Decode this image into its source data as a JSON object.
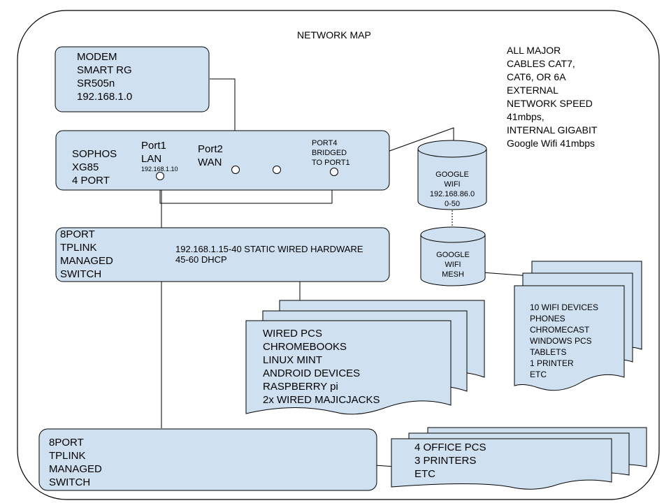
{
  "title": "NETWORK MAP",
  "notes": {
    "lines": [
      "ALL MAJOR",
      "CABLES CAT7,",
      "CAT6, OR 6A",
      "EXTERNAL",
      "NETWORK SPEED",
      "41mbps,",
      "INTERNAL GIGABIT",
      "Google Wifi 41mbps"
    ]
  },
  "modem": {
    "lines": [
      "MODEM",
      "SMART RG",
      "SR505n",
      "192.168.1.0"
    ]
  },
  "firewall": {
    "lines": [
      "SOPHOS",
      "XG85",
      "4 PORT"
    ],
    "port1": {
      "lines": [
        "Port1",
        "LAN"
      ],
      "ip": "192.168.1.10"
    },
    "port2": {
      "lines": [
        "Port2",
        "WAN"
      ]
    },
    "port4": {
      "lines": [
        "PORT4",
        "BRIDGED",
        "TO PORT1"
      ]
    }
  },
  "google_wifi": {
    "lines": [
      "GOOGLE",
      "WIFI",
      "192.168.86.0",
      "0-50"
    ]
  },
  "google_wifi_mesh": {
    "lines": [
      "GOOGLE",
      "WIFI",
      "MESH"
    ]
  },
  "switch1": {
    "lines": [
      "8PORT",
      "TPLINK",
      "MANAGED",
      "SWITCH"
    ],
    "info": [
      "192.168.1.15-40 STATIC WIRED HARDWARE",
      "45-60 DHCP"
    ]
  },
  "wired_devices": {
    "lines": [
      "WIRED PCS",
      "CHROMEBOOKS",
      "LINUX MINT",
      "ANDROID DEVICES",
      "RASPBERRY pi",
      "2x WIRED MAJICJACKS"
    ]
  },
  "wifi_devices": {
    "lines": [
      "10 WIFI DEVICES",
      "PHONES",
      "CHROMECAST",
      "WINDOWS PCS",
      "TABLETS",
      "1 PRINTER",
      "ETC"
    ]
  },
  "switch2": {
    "lines": [
      "8PORT",
      "TPLINK",
      "MANAGED",
      "SWITCH"
    ]
  },
  "office_devices": {
    "lines": [
      "4 OFFICE PCS",
      "3 PRINTERS",
      "ETC"
    ]
  }
}
